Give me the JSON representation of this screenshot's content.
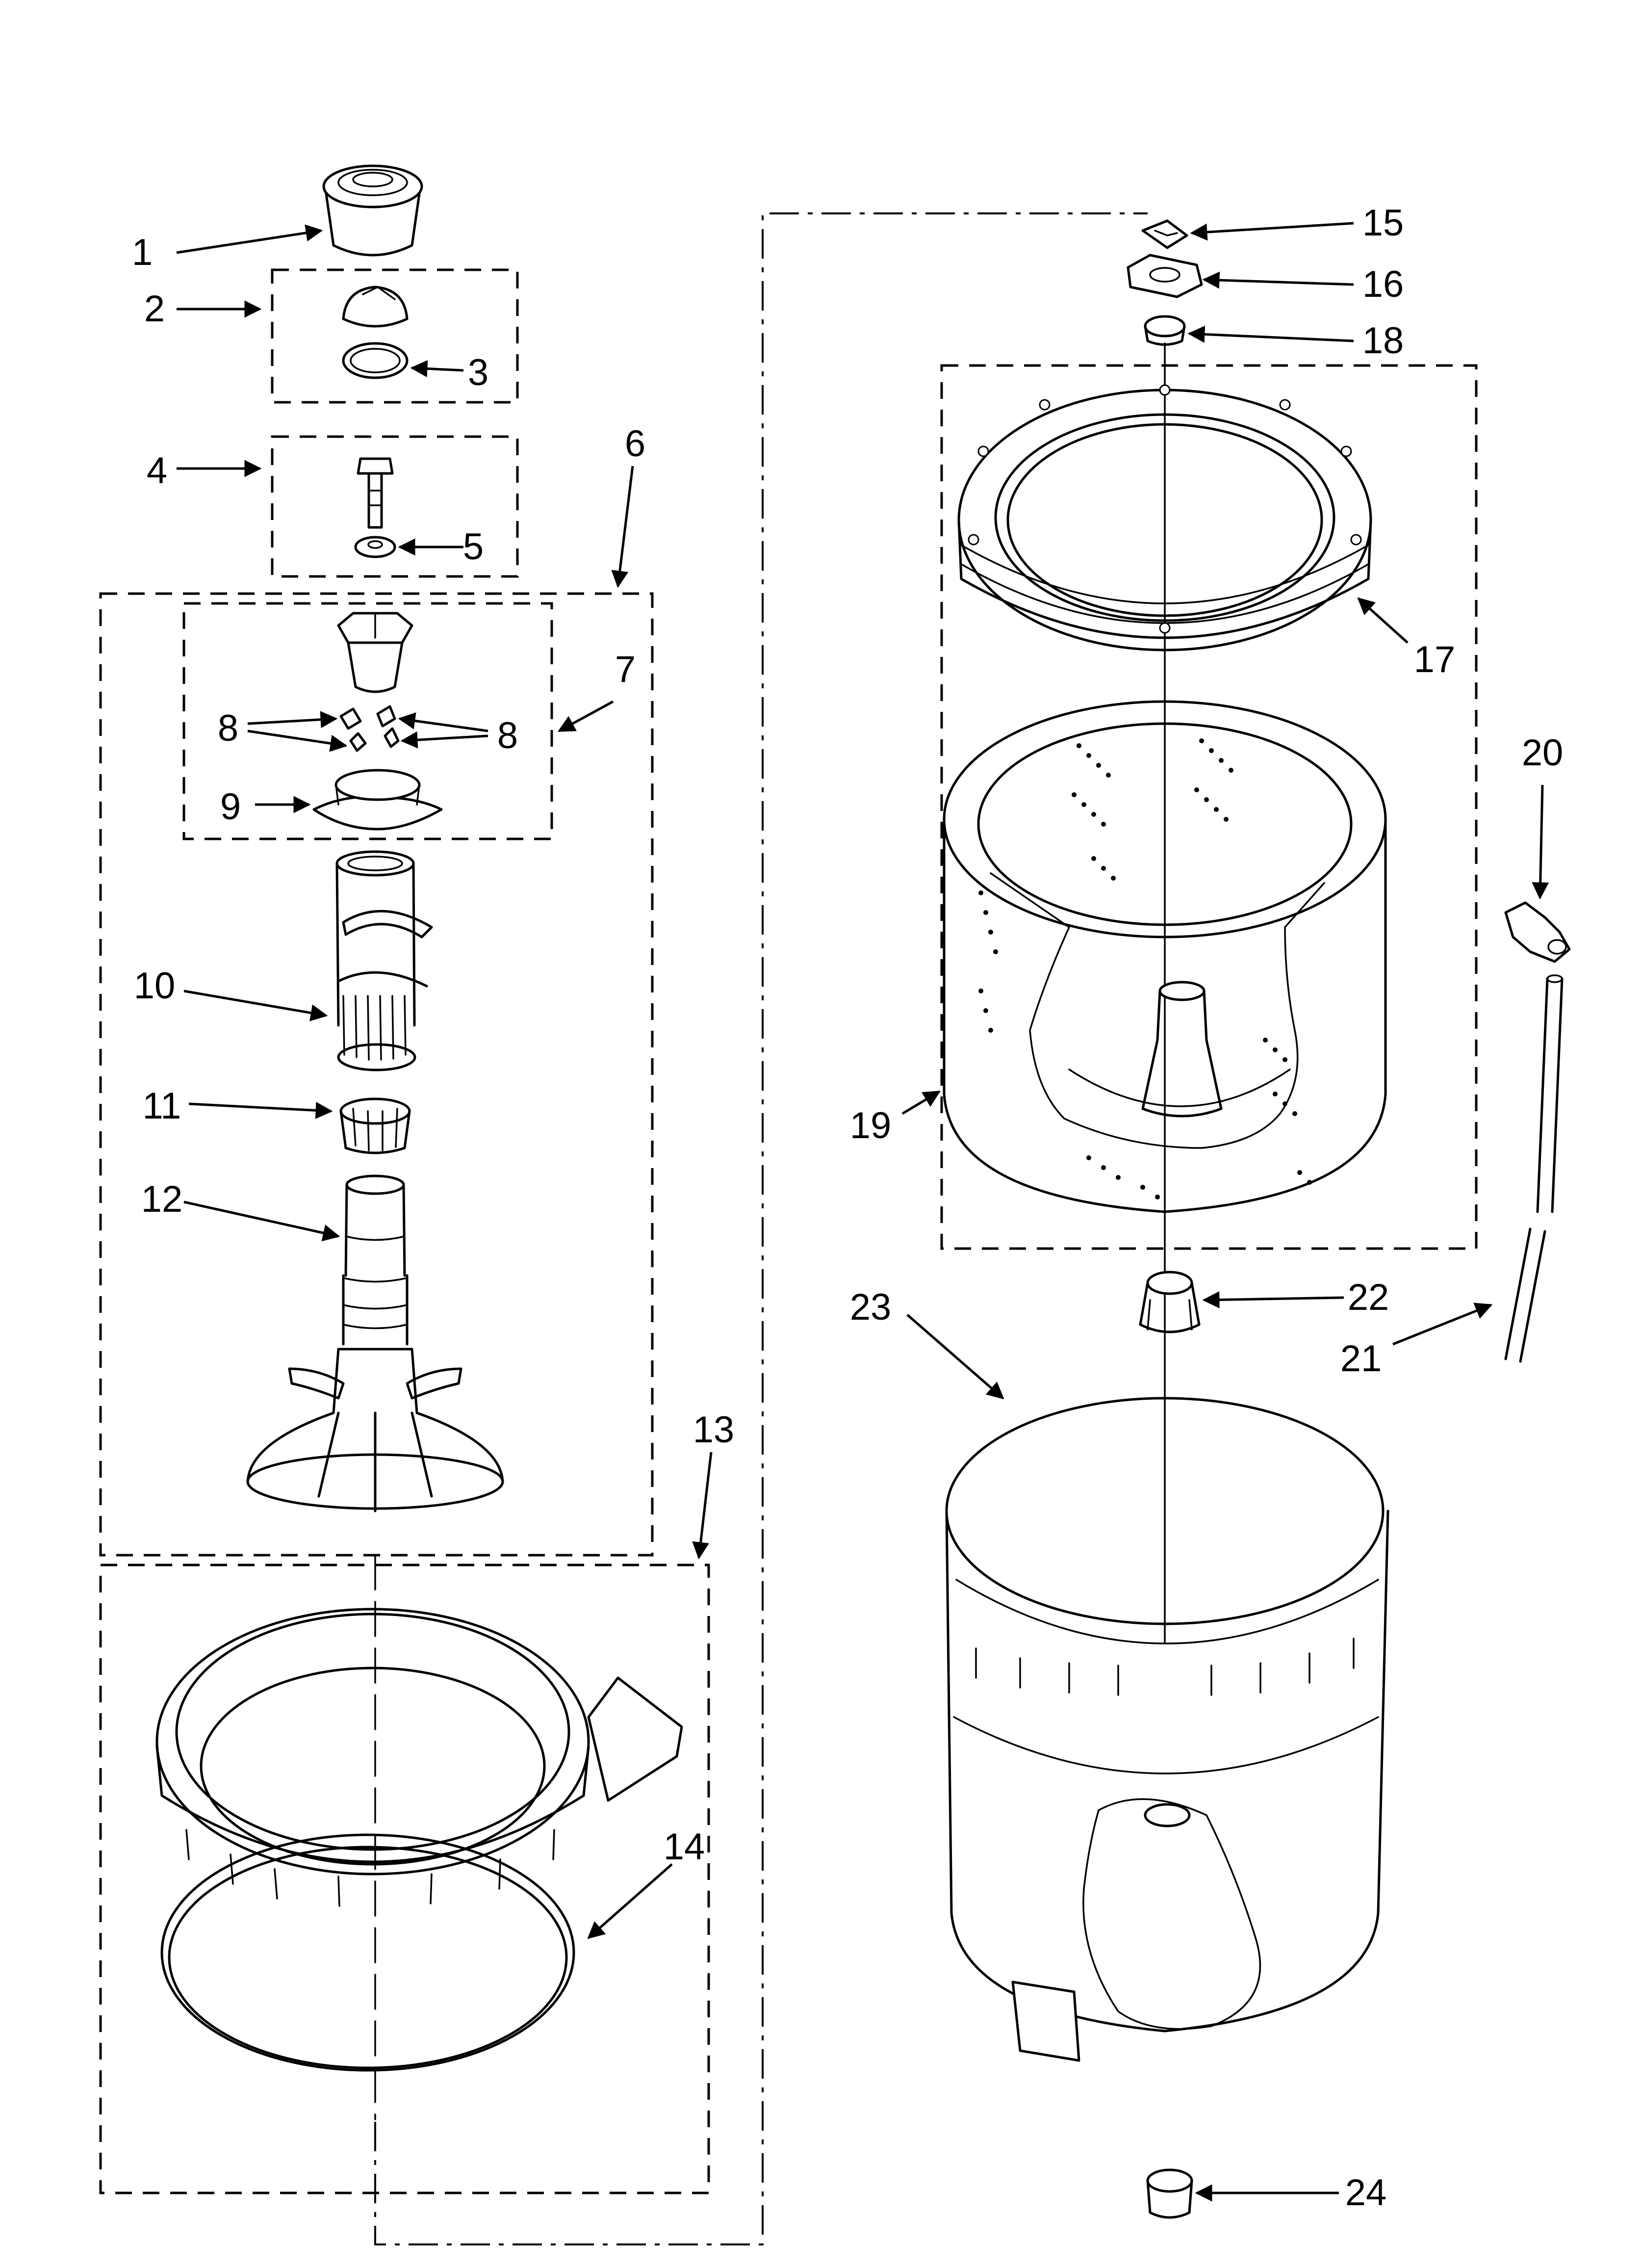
{
  "callouts": [
    {
      "id": "c1",
      "label": "1"
    },
    {
      "id": "c2",
      "label": "2"
    },
    {
      "id": "c3",
      "label": "3"
    },
    {
      "id": "c4",
      "label": "4"
    },
    {
      "id": "c5",
      "label": "5"
    },
    {
      "id": "c6",
      "label": "6"
    },
    {
      "id": "c7",
      "label": "7"
    },
    {
      "id": "c8a",
      "label": "8"
    },
    {
      "id": "c8b",
      "label": "8"
    },
    {
      "id": "c9",
      "label": "9"
    },
    {
      "id": "c10",
      "label": "10"
    },
    {
      "id": "c11",
      "label": "11"
    },
    {
      "id": "c12",
      "label": "12"
    },
    {
      "id": "c13",
      "label": "13"
    },
    {
      "id": "c14",
      "label": "14"
    },
    {
      "id": "c15",
      "label": "15"
    },
    {
      "id": "c16",
      "label": "16"
    },
    {
      "id": "c17",
      "label": "17"
    },
    {
      "id": "c18",
      "label": "18"
    },
    {
      "id": "c19",
      "label": "19"
    },
    {
      "id": "c20",
      "label": "20"
    },
    {
      "id": "c21",
      "label": "21"
    },
    {
      "id": "c22",
      "label": "22"
    },
    {
      "id": "c23",
      "label": "23"
    },
    {
      "id": "c24",
      "label": "24"
    }
  ]
}
